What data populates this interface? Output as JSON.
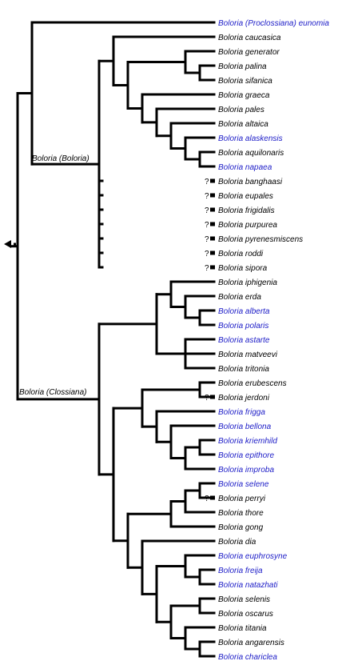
{
  "clade_labels": {
    "boloria": "Boloria (Boloria)",
    "clossiana": "Boloria (Clossiana)"
  },
  "uncertain_mark": "?",
  "colors": {
    "link": "#2020c8",
    "text": "#000000",
    "line": "#000000"
  },
  "taxa": [
    {
      "id": "t1",
      "name": "Boloria (Proclossiana) eunomia",
      "link": true,
      "uncertain": false
    },
    {
      "id": "t2",
      "name": "Boloria caucasica",
      "link": false,
      "uncertain": false
    },
    {
      "id": "t3",
      "name": "Boloria generator",
      "link": false,
      "uncertain": false
    },
    {
      "id": "t4",
      "name": "Boloria palina",
      "link": false,
      "uncertain": false
    },
    {
      "id": "t5",
      "name": "Boloria sifanica",
      "link": false,
      "uncertain": false
    },
    {
      "id": "t6",
      "name": "Boloria graeca",
      "link": false,
      "uncertain": false
    },
    {
      "id": "t7",
      "name": "Boloria pales",
      "link": false,
      "uncertain": false
    },
    {
      "id": "t8",
      "name": "Boloria altaica",
      "link": false,
      "uncertain": false
    },
    {
      "id": "t9",
      "name": "Boloria alaskensis",
      "link": true,
      "uncertain": false
    },
    {
      "id": "t10",
      "name": "Boloria aquilonaris",
      "link": false,
      "uncertain": false
    },
    {
      "id": "t11",
      "name": "Boloria napaea",
      "link": true,
      "uncertain": false
    },
    {
      "id": "t12",
      "name": "Boloria banghaasi",
      "link": false,
      "uncertain": true
    },
    {
      "id": "t13",
      "name": "Boloria eupales",
      "link": false,
      "uncertain": true
    },
    {
      "id": "t14",
      "name": "Boloria frigidalis",
      "link": false,
      "uncertain": true
    },
    {
      "id": "t15",
      "name": "Boloria purpurea",
      "link": false,
      "uncertain": true
    },
    {
      "id": "t16",
      "name": "Boloria pyrenesmiscens",
      "link": false,
      "uncertain": true
    },
    {
      "id": "t17",
      "name": "Boloria roddi",
      "link": false,
      "uncertain": true
    },
    {
      "id": "t18",
      "name": "Boloria sipora",
      "link": false,
      "uncertain": true
    },
    {
      "id": "t19",
      "name": "Boloria iphigenia",
      "link": false,
      "uncertain": false
    },
    {
      "id": "t20",
      "name": "Boloria erda",
      "link": false,
      "uncertain": false
    },
    {
      "id": "t21",
      "name": "Boloria alberta",
      "link": true,
      "uncertain": false
    },
    {
      "id": "t22",
      "name": "Boloria polaris",
      "link": true,
      "uncertain": false
    },
    {
      "id": "t23",
      "name": "Boloria astarte",
      "link": true,
      "uncertain": false
    },
    {
      "id": "t24",
      "name": "Boloria matveevi",
      "link": false,
      "uncertain": false
    },
    {
      "id": "t25",
      "name": "Boloria tritonia",
      "link": false,
      "uncertain": false
    },
    {
      "id": "t26",
      "name": "Boloria erubescens",
      "link": false,
      "uncertain": false
    },
    {
      "id": "t27",
      "name": "Boloria jerdoni",
      "link": false,
      "uncertain": true
    },
    {
      "id": "t28",
      "name": "Boloria frigga",
      "link": true,
      "uncertain": false
    },
    {
      "id": "t29",
      "name": "Boloria bellona",
      "link": true,
      "uncertain": false
    },
    {
      "id": "t30",
      "name": "Boloria kriemhild",
      "link": true,
      "uncertain": false
    },
    {
      "id": "t31",
      "name": "Boloria epithore",
      "link": true,
      "uncertain": false
    },
    {
      "id": "t32",
      "name": "Boloria improba",
      "link": true,
      "uncertain": false
    },
    {
      "id": "t33",
      "name": "Boloria selene",
      "link": true,
      "uncertain": false
    },
    {
      "id": "t34",
      "name": "Boloria perryi",
      "link": false,
      "uncertain": true
    },
    {
      "id": "t35",
      "name": "Boloria thore",
      "link": false,
      "uncertain": false
    },
    {
      "id": "t36",
      "name": "Boloria gong",
      "link": false,
      "uncertain": false
    },
    {
      "id": "t37",
      "name": "Boloria dia",
      "link": false,
      "uncertain": false
    },
    {
      "id": "t38",
      "name": "Boloria euphrosyne",
      "link": true,
      "uncertain": false
    },
    {
      "id": "t39",
      "name": "Boloria freija",
      "link": true,
      "uncertain": false
    },
    {
      "id": "t40",
      "name": "Boloria natazhati",
      "link": true,
      "uncertain": false
    },
    {
      "id": "t41",
      "name": "Boloria selenis",
      "link": false,
      "uncertain": false
    },
    {
      "id": "t42",
      "name": "Boloria oscarus",
      "link": false,
      "uncertain": false
    },
    {
      "id": "t43",
      "name": "Boloria titania",
      "link": false,
      "uncertain": false
    },
    {
      "id": "t44",
      "name": "Boloria angarensis",
      "link": false,
      "uncertain": false
    },
    {
      "id": "t45",
      "name": "Boloria chariclea",
      "link": true,
      "uncertain": false
    }
  ]
}
